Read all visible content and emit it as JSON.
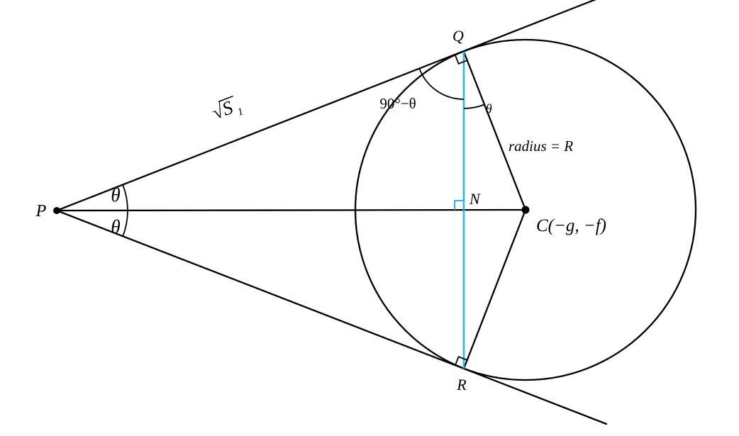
{
  "colors": {
    "line": "#000000",
    "chord": "#2ab6e9",
    "background": "#ffffff"
  },
  "points": {
    "p": "P",
    "q": "Q",
    "r": "R",
    "n": "N",
    "c": "C(−g, −f)"
  },
  "angles": {
    "theta_upper": "θ",
    "theta_lower": "θ",
    "ninety_minus_theta": "90°−θ",
    "theta_at_q": "θ"
  },
  "measures": {
    "tangent_root": "√S",
    "tangent_sub": "1",
    "radius": "radius = R"
  }
}
